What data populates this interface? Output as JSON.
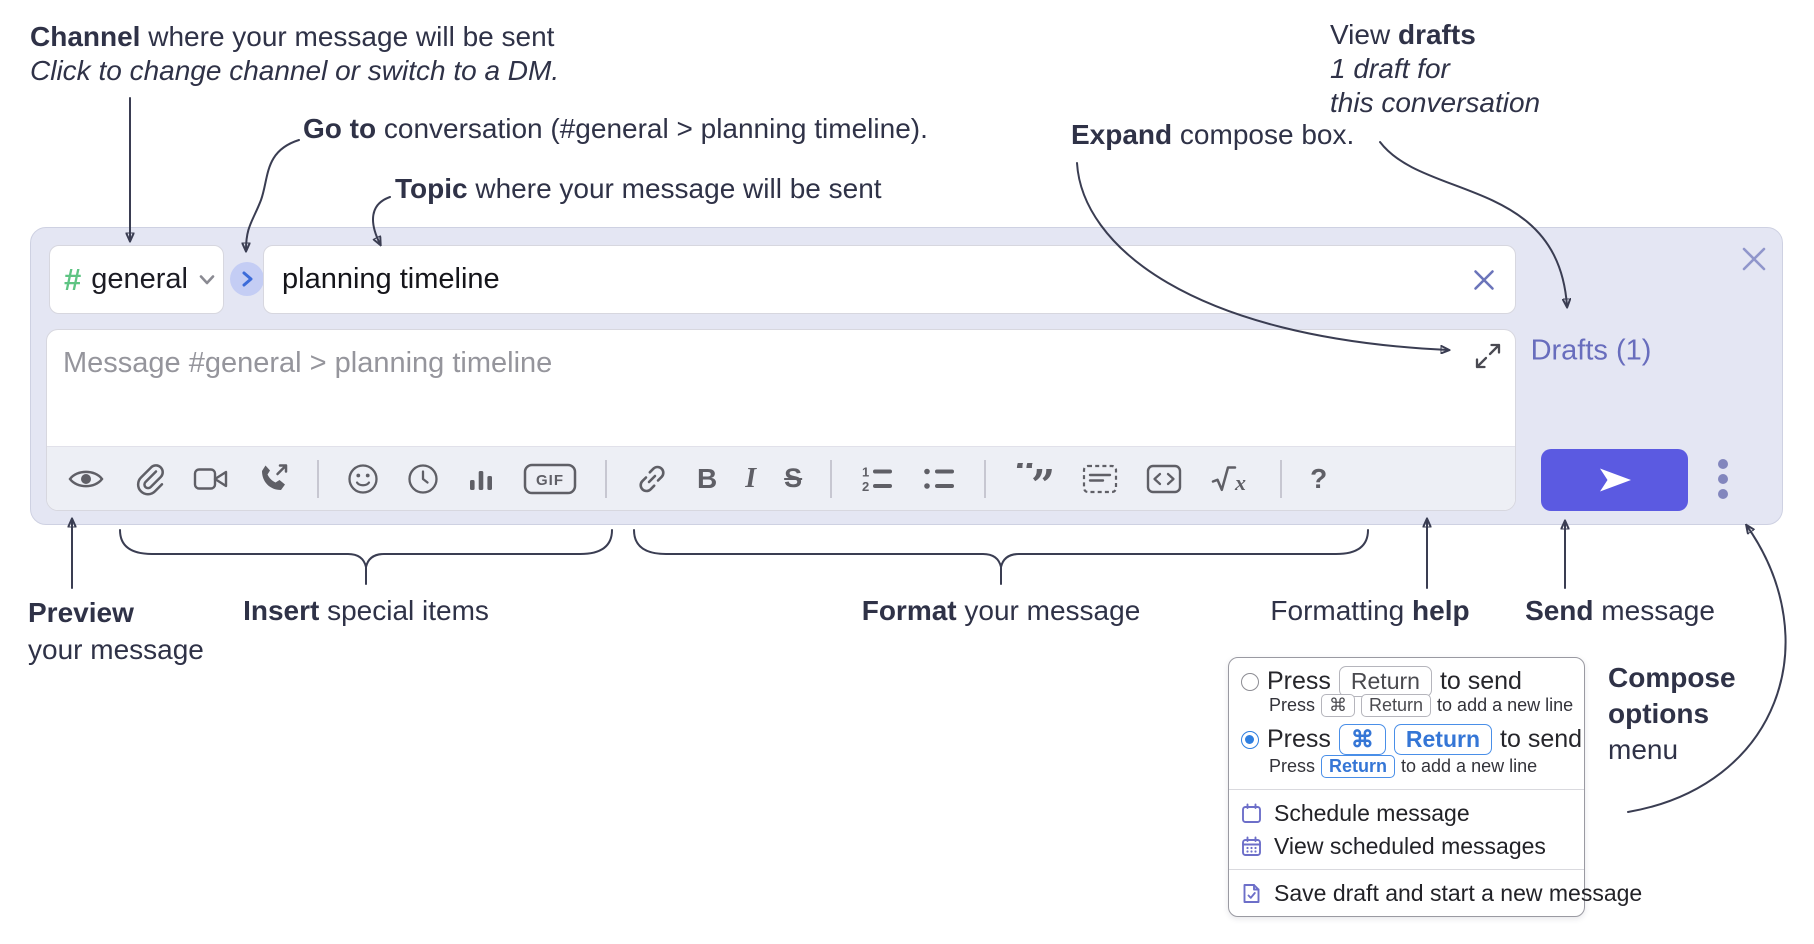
{
  "annotations": {
    "channel_bold": "Channel",
    "channel_rest": " where your message will be sent",
    "channel_sub": "Click to change channel or switch to a DM.",
    "goto_bold": "Go to",
    "goto_rest": " conversation (#general > planning timeline).",
    "topic_bold": "Topic",
    "topic_rest": " where your message will be sent",
    "expand_bold": "Expand",
    "expand_rest": " compose box.",
    "drafts_pre": "View ",
    "drafts_bold": "drafts",
    "drafts_line2": "1 draft for",
    "drafts_line3": "this conversation",
    "preview_bold": "Preview",
    "preview_line2": "your message",
    "insert_bold": "Insert",
    "insert_rest": " special items",
    "format_bold": "Format",
    "format_rest": " your message",
    "help_pre": "Formatting ",
    "help_bold": "help",
    "send_bold": "Send",
    "send_rest": " message",
    "compose_line1": "Compose",
    "compose_line2": "options",
    "compose_line3": "menu"
  },
  "compose": {
    "channel_hash": "#",
    "channel_name": "general",
    "topic_value": "planning timeline",
    "message_placeholder": "Message #general > planning timeline",
    "drafts_label": "Drafts (1)",
    "gif_label": "GIF"
  },
  "icons": {
    "bold": "B",
    "italic": "I",
    "strike": "S",
    "quote_open": "“",
    "quote_close": "”",
    "ol_1": "1",
    "ol_2": "2",
    "math_x": "x",
    "help": "?"
  },
  "popup": {
    "opt1_press": "Press",
    "opt1_key": "Return",
    "opt1_suffix": "to send",
    "opt1_sub_press": "Press",
    "opt1_sub_key1": "⌘",
    "opt1_sub_key2": "Return",
    "opt1_sub_suffix": "to add a new line",
    "opt2_press": "Press",
    "opt2_key1": "⌘",
    "opt2_key2": "Return",
    "opt2_suffix": "to send",
    "opt2_sub_press": "Press",
    "opt2_sub_key": "Return",
    "opt2_sub_suffix": "to add a new line",
    "item_schedule": "Schedule message",
    "item_view_scheduled": "View scheduled messages",
    "item_save_draft": "Save draft and start a new message"
  },
  "colors": {
    "compose_bg": "#e4e6f3",
    "send_accent": "#5b5ae1",
    "hash_green": "#5ec483",
    "drafts_purple": "#686dbd",
    "icon_gray": "#5f5f66",
    "annotation_ink": "#2f3247",
    "kbd_blue": "#3576d6",
    "popup_icon_purple": "#6d6fc9"
  }
}
